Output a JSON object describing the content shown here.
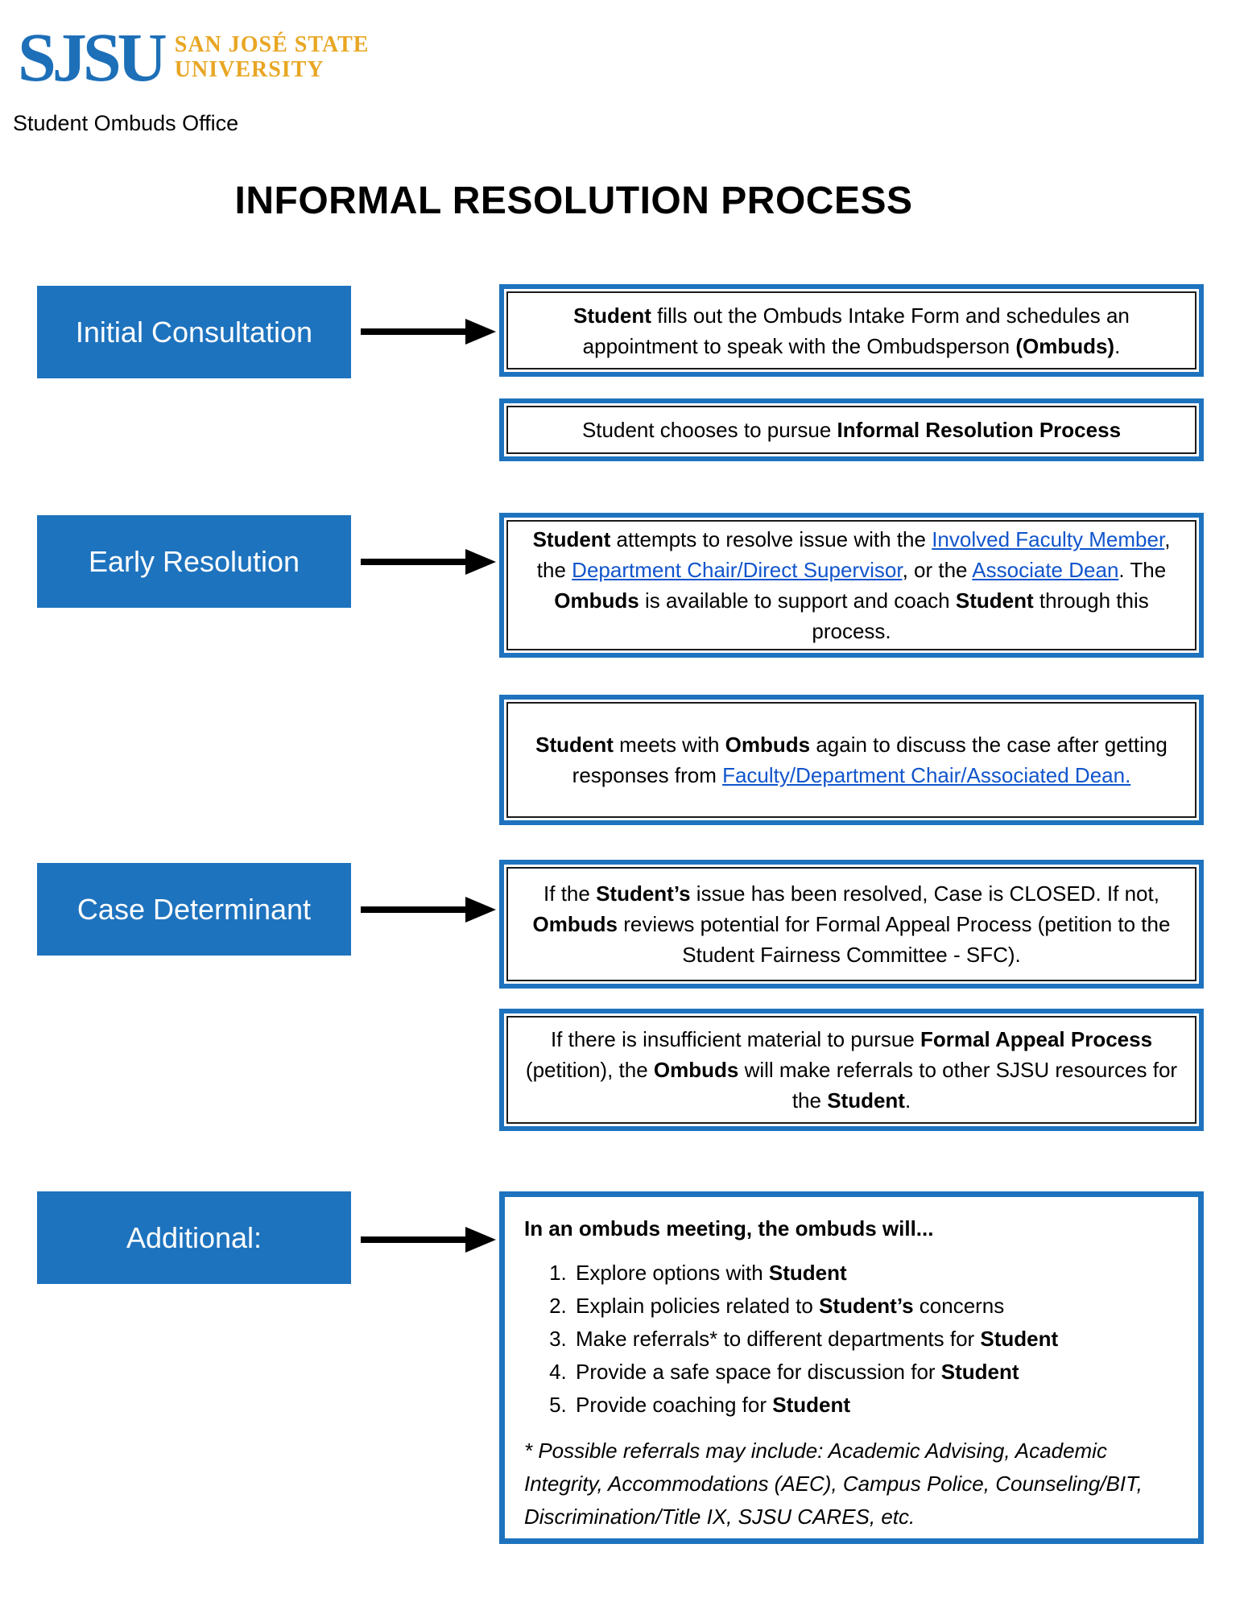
{
  "colors": {
    "accent_blue": "#1E73BE",
    "logo_blue": "#1D6FB8",
    "logo_gold": "#E8A623",
    "link_blue": "#1155CC",
    "text_black": "#000000",
    "inner_border": "#1A1A1A"
  },
  "header": {
    "logo_acronym": "SJSU",
    "logo_name_line1": "SAN JOSÉ STATE",
    "logo_name_line2": "UNIVERSITY",
    "office": "Student Ombuds Office",
    "title": "INFORMAL RESOLUTION PROCESS"
  },
  "sections": [
    {
      "label": "Initial Consultation",
      "boxes": [
        {
          "segments": [
            {
              "t": "Student",
              "b": true
            },
            {
              "t": " fills out the Ombuds Intake Form and schedules an appointment to speak with the Ombudsperson "
            },
            {
              "t": "(Ombuds)",
              "b": true
            },
            {
              "t": "."
            }
          ]
        },
        {
          "segments": [
            {
              "t": "Student chooses to pursue "
            },
            {
              "t": "Informal Resolution Process",
              "b": true
            }
          ]
        }
      ]
    },
    {
      "label": "Early Resolution",
      "boxes": [
        {
          "segments": [
            {
              "t": "Student",
              "b": true
            },
            {
              "t": " attempts to resolve issue with the "
            },
            {
              "t": "Involved Faculty Member",
              "link": true
            },
            {
              "t": ", the "
            },
            {
              "t": "Department Chair/Direct Supervisor",
              "link": true
            },
            {
              "t": ", or the "
            },
            {
              "t": "Associate Dean",
              "link": true
            },
            {
              "t": ". The "
            },
            {
              "t": "Ombuds",
              "b": true
            },
            {
              "t": " is available to support and coach "
            },
            {
              "t": "Student",
              "b": true
            },
            {
              "t": " through this process."
            }
          ]
        },
        {
          "segments": [
            {
              "t": "Student",
              "b": true
            },
            {
              "t": " meets with "
            },
            {
              "t": "Ombuds",
              "b": true
            },
            {
              "t": " again to discuss the case after getting responses from "
            },
            {
              "t": "Faculty/Department Chair/Associated Dean.",
              "link": true
            }
          ]
        }
      ]
    },
    {
      "label": "Case Determinant",
      "boxes": [
        {
          "segments": [
            {
              "t": "If the "
            },
            {
              "t": "Student’s",
              "b": true
            },
            {
              "t": " issue has been resolved, Case is CLOSED. If not, "
            },
            {
              "t": "Ombuds",
              "b": true
            },
            {
              "t": " reviews potential for Formal Appeal Process (petition to the Student Fairness Committee - SFC)."
            }
          ]
        },
        {
          "segments": [
            {
              "t": "If there is insufficient material to pursue "
            },
            {
              "t": "Formal Appeal Process",
              "b": true
            },
            {
              "t": " (petition), the "
            },
            {
              "t": "Ombuds",
              "b": true
            },
            {
              "t": " will make referrals to other SJSU resources for the "
            },
            {
              "t": "Student",
              "b": true
            },
            {
              "t": "."
            }
          ]
        }
      ]
    },
    {
      "label": "Additional:",
      "additional": {
        "heading": [
          {
            "t": "In an ombuds meeting, the ombuds will...",
            "b": true
          }
        ],
        "items": [
          [
            {
              "t": "Explore options with "
            },
            {
              "t": "Student",
              "b": true
            }
          ],
          [
            {
              "t": "Explain policies related to "
            },
            {
              "t": "Student’s",
              "b": true
            },
            {
              "t": " concerns"
            }
          ],
          [
            {
              "t": "Make referrals* to different departments for "
            },
            {
              "t": "Student",
              "b": true
            }
          ],
          [
            {
              "t": "Provide a safe space for discussion for "
            },
            {
              "t": "Student",
              "b": true
            }
          ],
          [
            {
              "t": "Provide coaching for "
            },
            {
              "t": "Student",
              "b": true
            }
          ]
        ],
        "footnote": [
          {
            "t": "* Possible referrals may include: Academic Advising, Academic Integrity, Accommodations (AEC), Campus Police, Counseling/BIT, Discrimination/Title IX, SJSU CARES, etc.",
            "i": true
          }
        ]
      }
    }
  ]
}
